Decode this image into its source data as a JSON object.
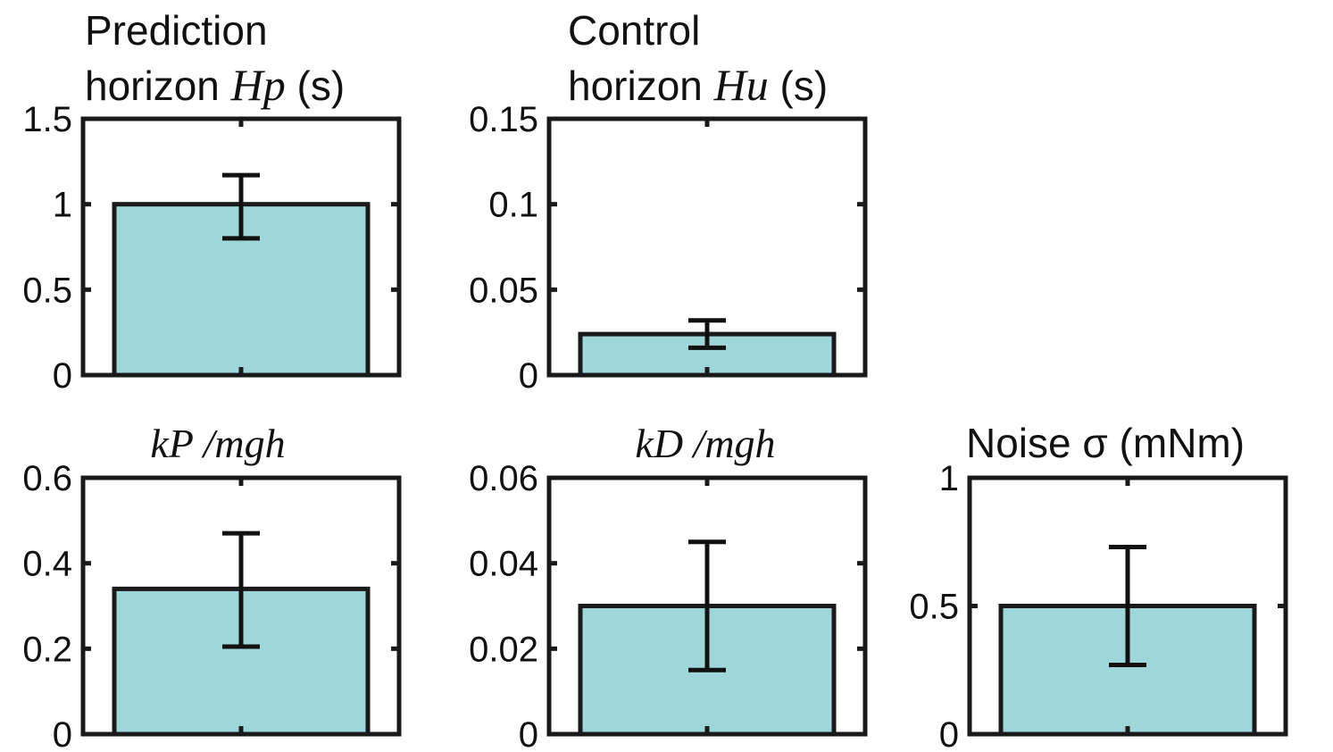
{
  "colors": {
    "bar_fill": "#9ed6d9",
    "axis": "#1a1a1a",
    "errorbar": "#111111"
  },
  "chart_data": [
    {
      "type": "bar",
      "title_lines": [
        "Prediction",
        "horizon "
      ],
      "title_math": "Hp",
      "title_unit": " (s)",
      "categories": [
        ""
      ],
      "values": [
        1.0
      ],
      "error_low": [
        0.8
      ],
      "error_high": [
        1.17
      ],
      "ylim": [
        0,
        1.5
      ],
      "yticks": [
        0,
        0.5,
        1,
        1.5
      ],
      "ytick_labels": [
        "0",
        "0.5",
        "1",
        "1.5"
      ],
      "xlabel": "",
      "ylabel": "",
      "grid": false
    },
    {
      "type": "bar",
      "title_lines": [
        "Control",
        "horizon "
      ],
      "title_math": "Hu",
      "title_unit": " (s)",
      "categories": [
        ""
      ],
      "values": [
        0.024
      ],
      "error_low": [
        0.016
      ],
      "error_high": [
        0.032
      ],
      "ylim": [
        0,
        0.15
      ],
      "yticks": [
        0,
        0.05,
        0.1,
        0.15
      ],
      "ytick_labels": [
        "0",
        "0.05",
        "0.1",
        "0.15"
      ],
      "xlabel": "",
      "ylabel": "",
      "grid": false
    },
    {
      "type": "bar",
      "title_math": "kP /mgh",
      "categories": [
        ""
      ],
      "values": [
        0.34
      ],
      "error_low": [
        0.205
      ],
      "error_high": [
        0.47
      ],
      "ylim": [
        0,
        0.6
      ],
      "yticks": [
        0,
        0.2,
        0.4,
        0.6
      ],
      "ytick_labels": [
        "0",
        "0.2",
        "0.4",
        "0.6"
      ],
      "xlabel": "",
      "ylabel": "",
      "grid": false
    },
    {
      "type": "bar",
      "title_math": "kD /mgh",
      "categories": [
        ""
      ],
      "values": [
        0.03
      ],
      "error_low": [
        0.015
      ],
      "error_high": [
        0.045
      ],
      "ylim": [
        0,
        0.06
      ],
      "yticks": [
        0,
        0.02,
        0.04,
        0.06
      ],
      "ytick_labels": [
        "0",
        "0.02",
        "0.04",
        "0.06"
      ],
      "xlabel": "",
      "ylabel": "",
      "grid": false
    },
    {
      "type": "bar",
      "title_text": "Noise σ (mNm)",
      "categories": [
        ""
      ],
      "values": [
        0.5
      ],
      "error_low": [
        0.27
      ],
      "error_high": [
        0.73
      ],
      "ylim": [
        0,
        1
      ],
      "yticks": [
        0,
        0.5,
        1
      ],
      "ytick_labels": [
        "0",
        "0.5",
        "1"
      ],
      "xlabel": "",
      "ylabel": "",
      "grid": false
    }
  ]
}
